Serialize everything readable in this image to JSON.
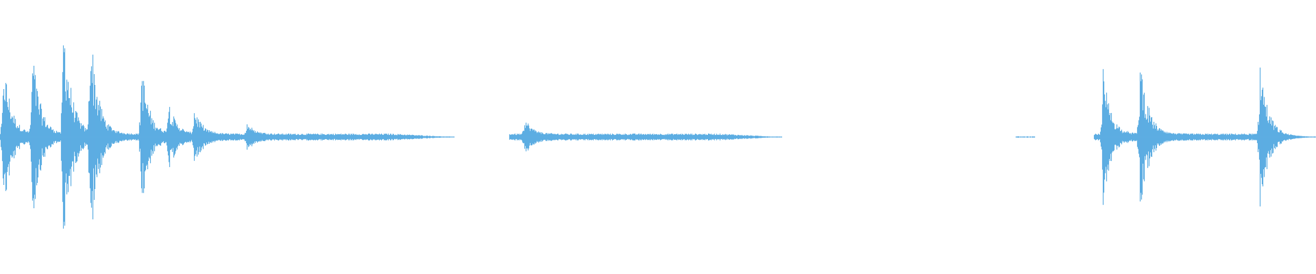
{
  "waveform": {
    "color": "#5DADE2",
    "segments": [
      {
        "start_s": 0.0,
        "end_s": 6.62,
        "label": "active"
      },
      {
        "start_s": 7.43,
        "end_s": 11.4,
        "label": "active"
      },
      {
        "start_s": 14.82,
        "end_s": 15.09,
        "label": "faint"
      },
      {
        "start_s": 15.96,
        "end_s": 19.2,
        "label": "active"
      }
    ],
    "peaks": [
      {
        "t_s": 0.05,
        "amp": 0.5
      },
      {
        "t_s": 0.47,
        "amp": 0.57
      },
      {
        "t_s": 0.92,
        "amp": 0.82
      },
      {
        "t_s": 1.31,
        "amp": 0.77
      },
      {
        "t_s": 2.06,
        "amp": 0.48
      },
      {
        "t_s": 2.45,
        "amp": 0.24
      },
      {
        "t_s": 2.83,
        "amp": 0.18
      },
      {
        "t_s": 3.6,
        "amp": 0.08
      },
      {
        "t_s": 7.65,
        "amp": 0.11
      },
      {
        "t_s": 16.09,
        "amp": 0.43
      },
      {
        "t_s": 16.63,
        "amp": 0.53
      },
      {
        "t_s": 18.38,
        "amp": 0.51
      }
    ],
    "duration_s": 19.2
  }
}
